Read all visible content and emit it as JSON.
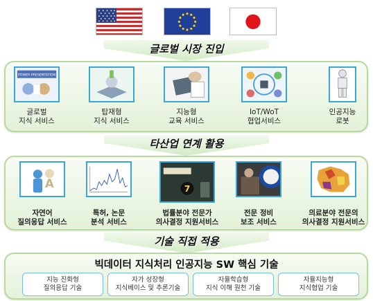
{
  "flags": [
    {
      "icon": "usa-flag-icon"
    },
    {
      "icon": "eu-flag-icon"
    },
    {
      "icon": "japan-flag-icon"
    }
  ],
  "colors": {
    "panel_border": "#b6d99f",
    "thumb_border": "#39a6d6",
    "core_box_border": "#74bfe3",
    "banner_fill": "#d2ebc4"
  },
  "banners": {
    "global": "글로벌 시장 진입",
    "industry": "타산업 연계 활용",
    "direct": "기술 직접 적용"
  },
  "global_items": [
    {
      "line1": "글로벌",
      "line2": "지식 서비스",
      "thumb_text": "POWER PRESENTATION"
    },
    {
      "line1": "탑재형",
      "line2": "지식 서비스"
    },
    {
      "line1": "지능형",
      "line2": "교육 서비스"
    },
    {
      "line1": "IoT/WoT",
      "line2": "협업서비스"
    },
    {
      "line1": "인공지능",
      "line2": "로봇"
    }
  ],
  "industry_items": [
    {
      "line1": "자연어",
      "line2": "질의응답 서비스"
    },
    {
      "line1": "특허, 논문",
      "line2": "분석 서비스"
    },
    {
      "line1": "법률분야 전문가",
      "line2": "의사결정 지원서비스",
      "thumb_text": "7"
    },
    {
      "line1": "전문 정비",
      "line2": "보조 서비스"
    },
    {
      "line1": "의료분야 전문의",
      "line2": "의사결정 지원서비스"
    }
  ],
  "core": {
    "title": "빅데이터 지식처리 인공지능 SW 핵심 기술",
    "boxes": [
      {
        "line1": "지능 진화형",
        "line2": "질의응답 기술"
      },
      {
        "line1": "자가 성장형",
        "line2": "지식베이스 및 추론기술"
      },
      {
        "line1": "자율학습형",
        "line2": "지식 이해 원천 기술"
      },
      {
        "line1": "자율지능형",
        "line2": "지식협업 기술"
      }
    ]
  }
}
